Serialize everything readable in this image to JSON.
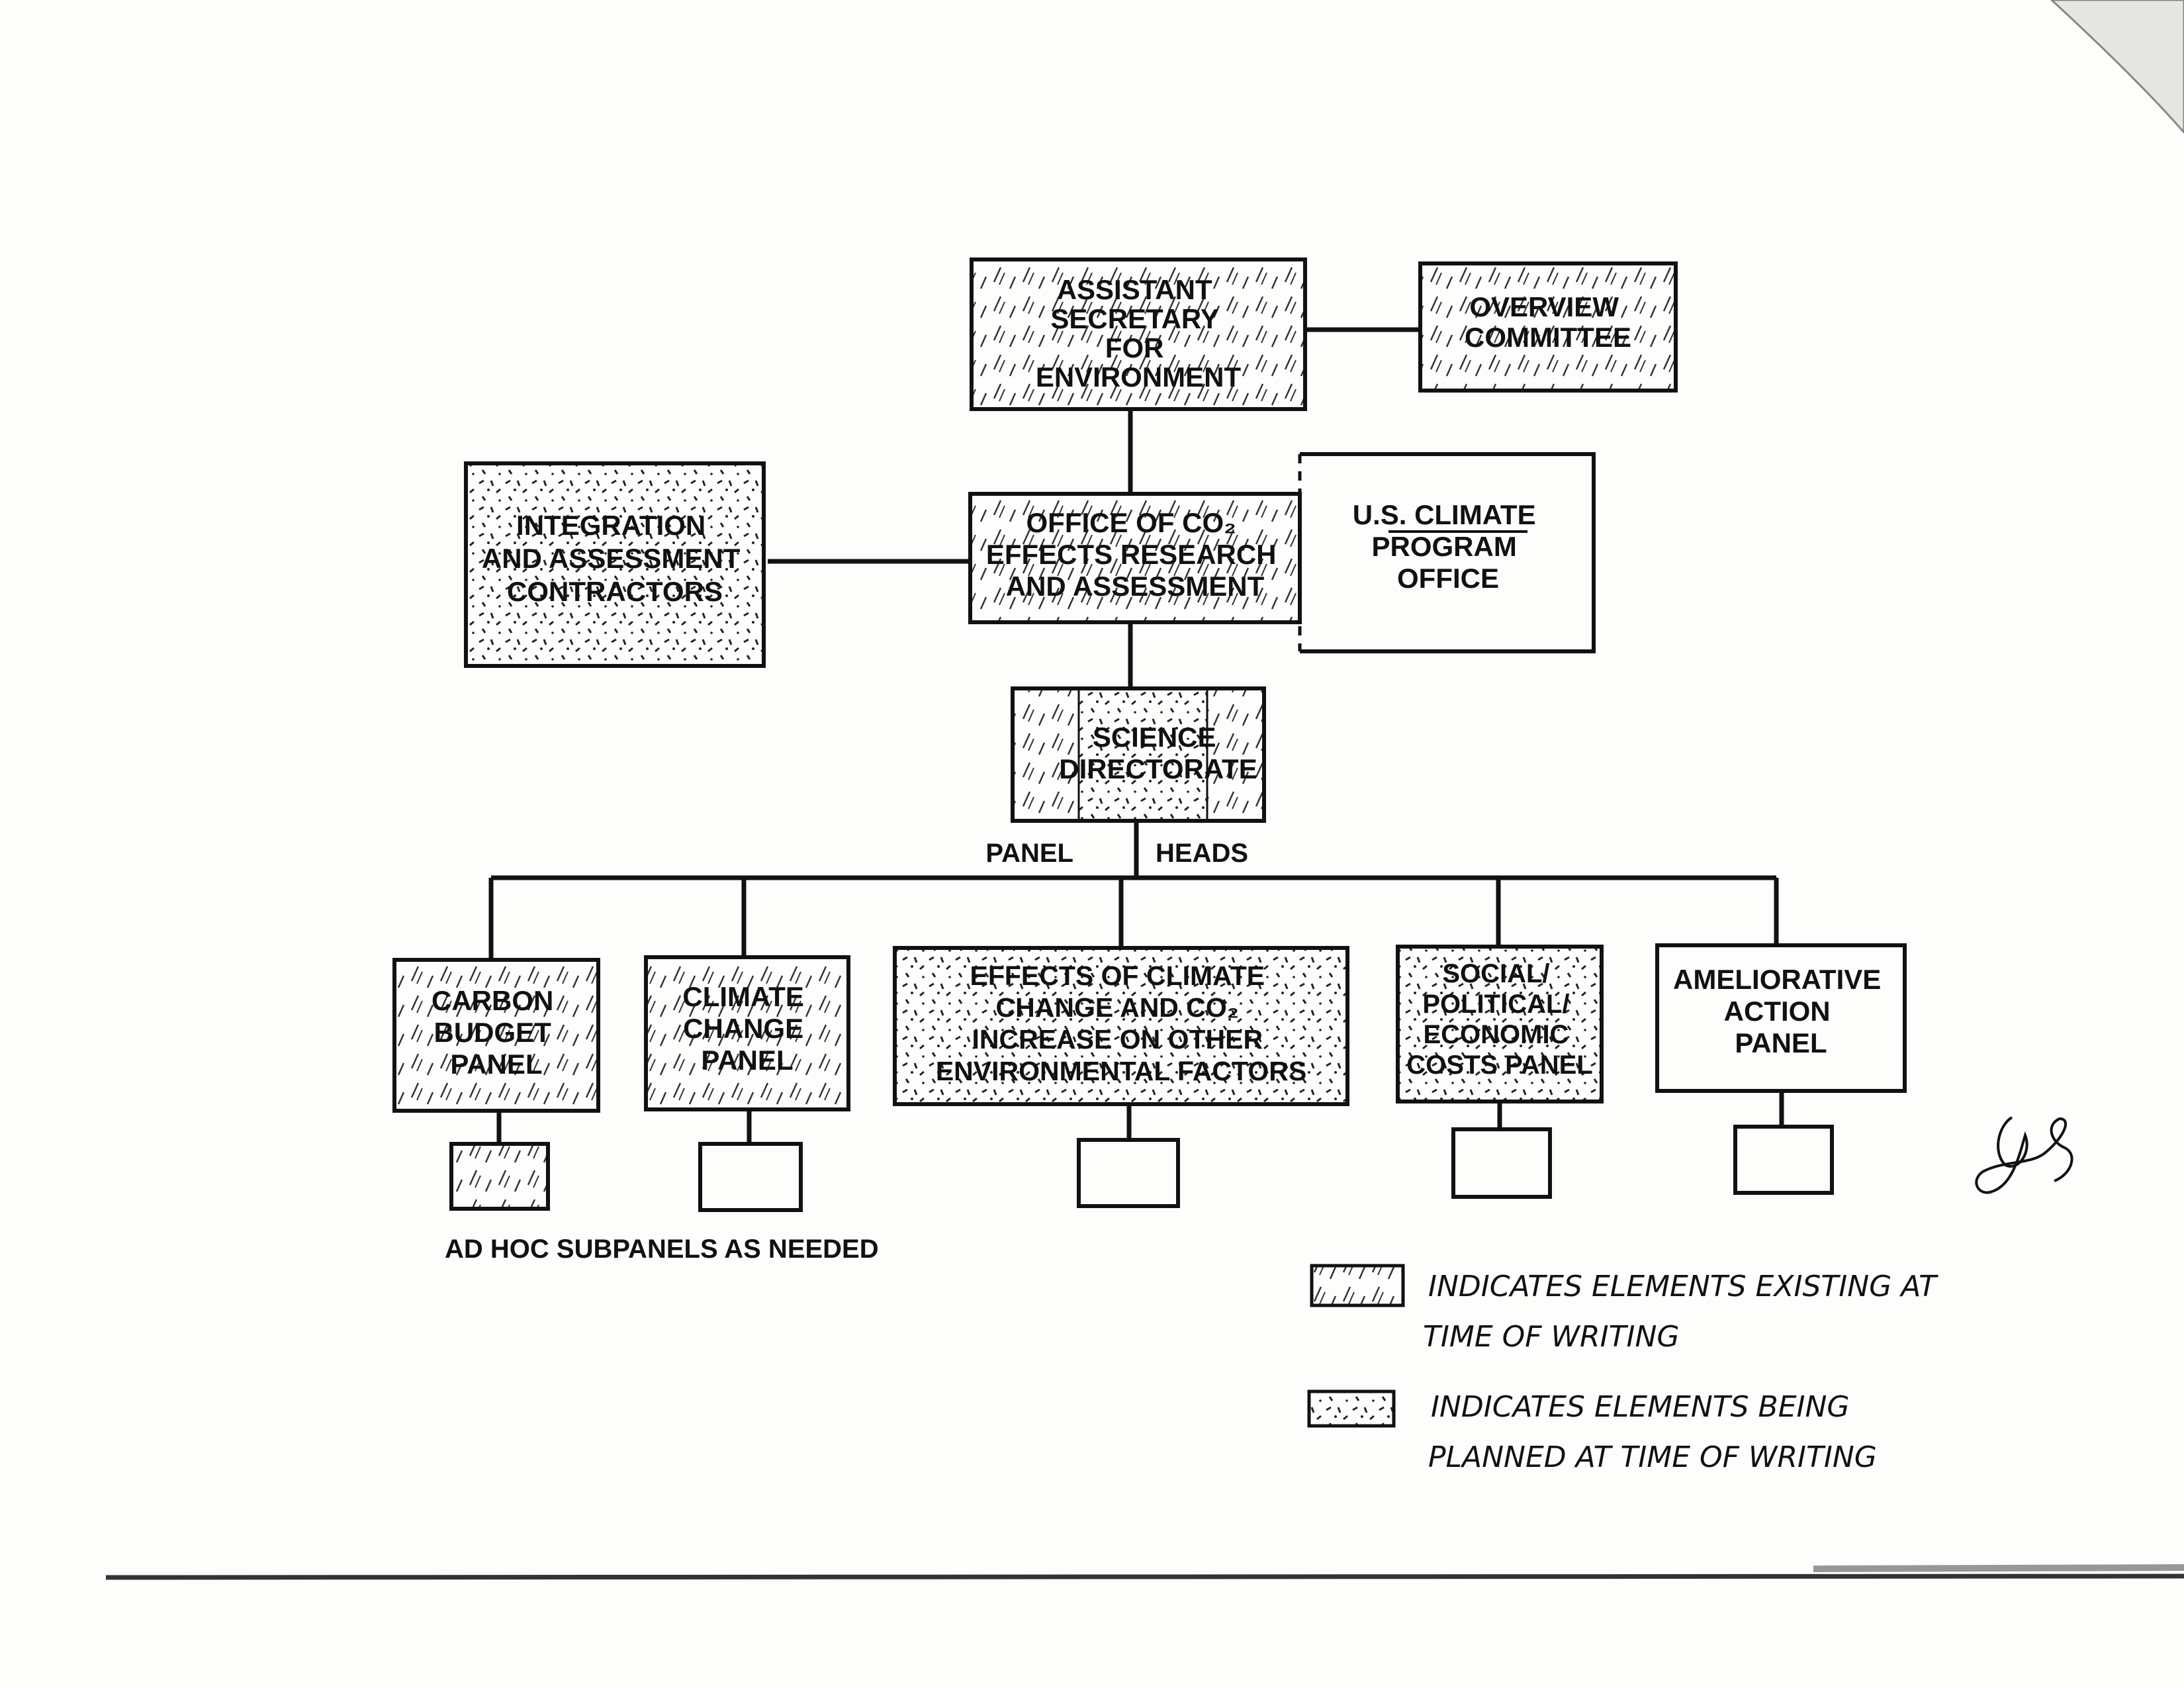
{
  "nodes": {
    "assistant_secretary": [
      "ASSISTANT",
      "SECRETARY",
      "FOR",
      "ENVIRONMENT"
    ],
    "overview_committee": [
      "OVERVIEW",
      "COMMITTEE"
    ],
    "office_co2": [
      "OFFICE OF CO₂",
      "EFFECTS RESEARCH",
      "AND ASSESSMENT"
    ],
    "us_climate": [
      "U.S. CLIMATE",
      "PROGRAM",
      "OFFICE"
    ],
    "integration": [
      "INTEGRATION",
      "AND ASSESSMENT",
      "CONTRACTORS"
    ],
    "science_directorate": [
      "SCIENCE",
      "DIRECTORATE"
    ],
    "carbon_budget": [
      "CARBON",
      "BUDGET",
      "PANEL"
    ],
    "climate_change": [
      "CLIMATE",
      "CHANGE",
      "PANEL"
    ],
    "effects_climate": [
      "EFFECTS OF CLIMATE",
      "CHANGE AND CO₂",
      "INCREASE ON OTHER",
      "ENVIRONMENTAL FACTORS"
    ],
    "social_political": [
      "SOCIAL/",
      "POLITICAL/",
      "ECONOMIC",
      "COSTS PANEL"
    ],
    "ameliorative": [
      "AMELIORATIVE",
      "ACTION",
      "PANEL"
    ]
  },
  "labels": {
    "panel": "PANEL",
    "heads": "HEADS",
    "ad_hoc": "AD HOC SUBPANELS AS NEEDED"
  },
  "legend": {
    "existing": [
      "INDICATES ELEMENTS   EXISTING AT",
      "TIME OF WRITING"
    ],
    "planned": [
      "INDICATES  ELEMENTS BEING",
      "PLANNED AT TIME OF WRITING"
    ]
  }
}
